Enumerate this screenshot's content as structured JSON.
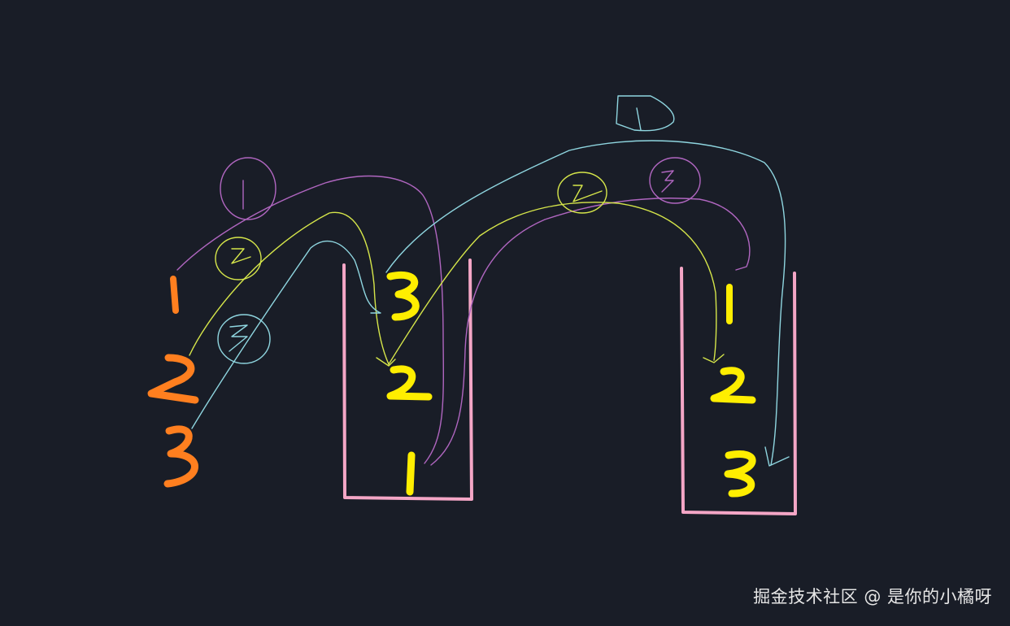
{
  "diagram": {
    "type": "hand-drawn stack transfer (Tower of Hanoi style)",
    "colors": {
      "background": "#191d27",
      "source_numbers": "#ff7f1f",
      "stack_numbers": "#ffee00",
      "containers": "#f4a6c6",
      "path_1": "#b066c0",
      "path_2": "#d6e64a",
      "path_3": "#8fd6e0"
    },
    "source_column": {
      "items": [
        "1",
        "2",
        "3"
      ]
    },
    "middle_container": {
      "items_top_to_bottom": [
        "3",
        "2",
        "1"
      ]
    },
    "right_container": {
      "items_top_to_bottom": [
        "1",
        "2",
        "3"
      ]
    },
    "step_circles": {
      "first_pass": [
        "1",
        "2",
        "3"
      ],
      "second_pass": [
        "1",
        "2",
        "3"
      ]
    }
  },
  "watermark": "掘金技术社区 @ 是你的小橘呀"
}
